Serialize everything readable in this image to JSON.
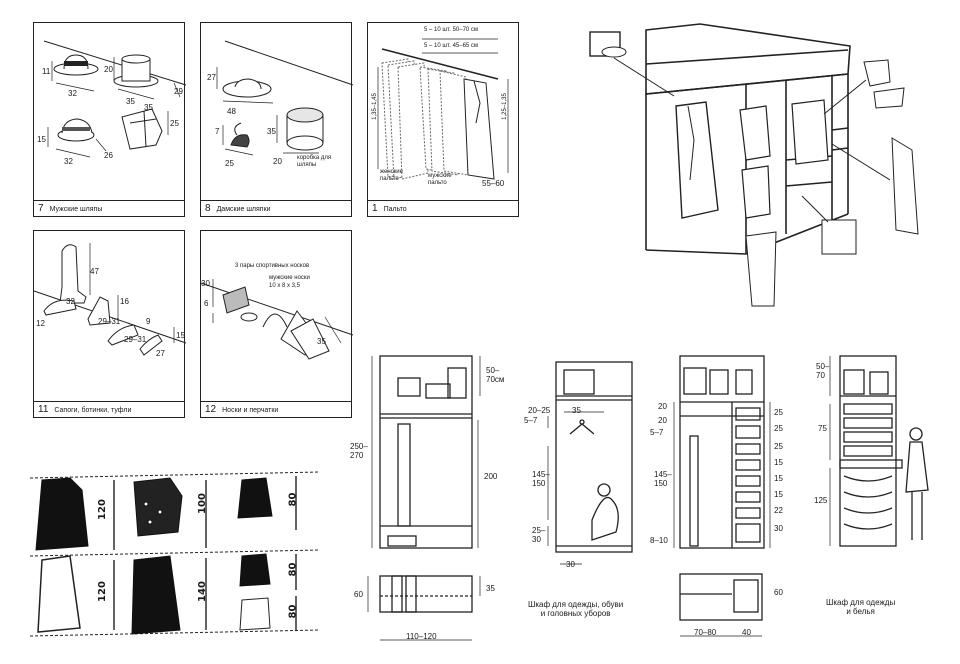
{
  "panels": {
    "mens_hats": {
      "number": "7",
      "caption": "Мужские шляпы",
      "dims": [
        "11",
        "32",
        "20",
        "35",
        "29",
        "35",
        "25",
        "15",
        "32",
        "26"
      ]
    },
    "womens_hats": {
      "number": "8",
      "caption": "Дамские шляпки",
      "dims": [
        "27",
        "48",
        "7",
        "25",
        "35",
        "20"
      ],
      "box_label": "коробка для шляпы"
    },
    "coats": {
      "number": "1",
      "caption": "Пальто",
      "dims": [
        "5 – 10 шт. 50–70 см",
        "5 – 10 шт. 45–65 см",
        "1,35–1,45",
        "1,25–1,35",
        "55–60"
      ],
      "womens_label": "женские пальто",
      "mens_label": "мужские пальто"
    },
    "boots": {
      "number": "11",
      "caption": "Сапоги, ботинки, туфли",
      "dims": [
        "47",
        "32",
        "12",
        "16",
        "29–31",
        "9",
        "29–31",
        "15",
        "27"
      ]
    },
    "socks": {
      "number": "12",
      "caption": "Носки и перчатки",
      "top_label": "3 пары спортивных носков",
      "mens_socks": "мужские носки",
      "socks_dims": "10 x 8 x 3,5",
      "dims": [
        "30",
        "6",
        "35"
      ]
    }
  },
  "clothing_grid": {
    "dims": [
      "120",
      "100",
      "80",
      "120",
      "140",
      "80",
      "80"
    ]
  },
  "cabinet_a": {
    "dims": [
      "50–\n70см",
      "250–\n270",
      "200",
      "35",
      "60",
      "110–120"
    ]
  },
  "cabinet_b": {
    "dims": [
      "20–25",
      "35",
      "5–7",
      "145–\n150",
      "25–\n30",
      "30"
    ],
    "caption": "Шкаф для одежды, обуви\nи головных уборов"
  },
  "cabinet_c": {
    "dims_left": [
      "20",
      "20",
      "5–7",
      "145–\n150",
      "8–10"
    ],
    "dims_right": [
      "25",
      "25",
      "25",
      "15",
      "15",
      "15",
      "22",
      "30"
    ],
    "dims_bottom": [
      "70–80",
      "40"
    ],
    "depth": "60"
  },
  "cabinet_d": {
    "dims": [
      "50–\n70",
      "75",
      "125"
    ],
    "caption": "Шкаф для одежды\nи белья"
  }
}
